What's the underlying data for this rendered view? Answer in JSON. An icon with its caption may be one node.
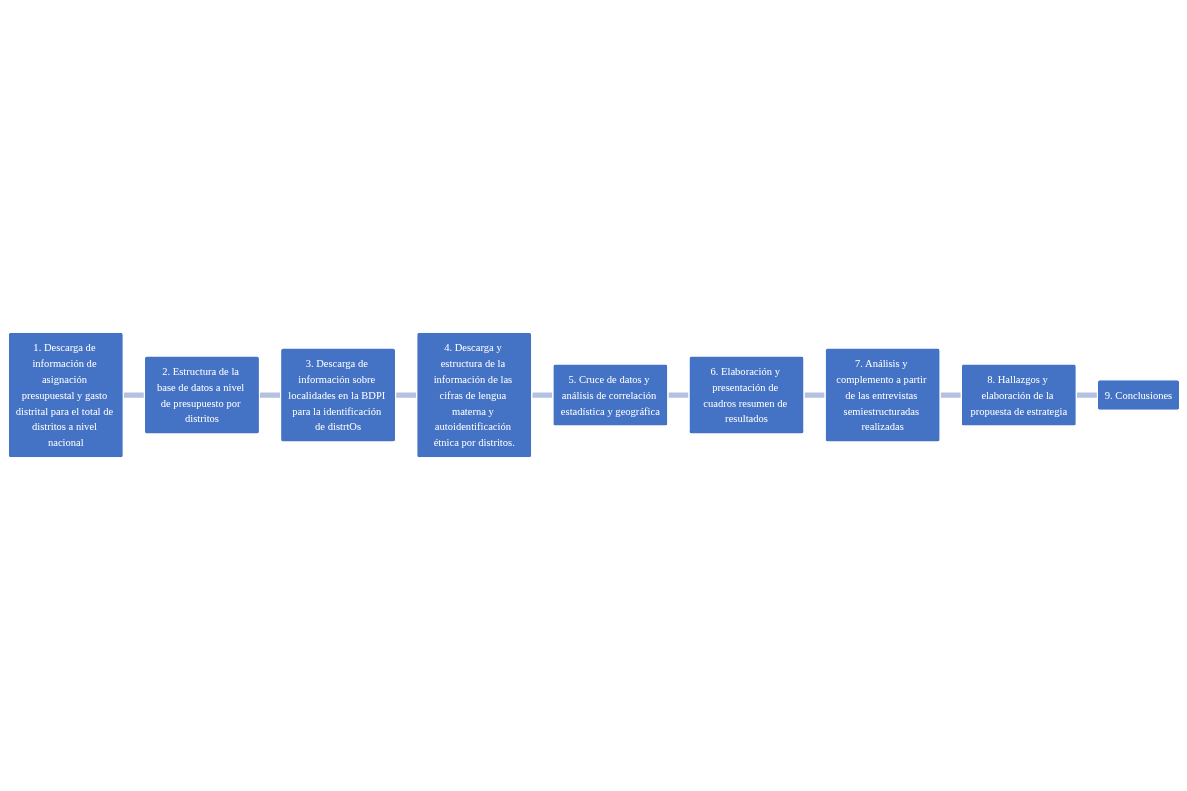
{
  "diagram": {
    "nodes": [
      {
        "text": [
          "1. Descarga de información de asignación presupuestal y gasto distrital para el total de distritos a nivel nacional"
        ]
      },
      {
        "text": [
          "2. Estructura de la base de datos a nivel de presupuesto por distritos"
        ]
      },
      {
        "text": [
          "3. Descarga de información sobre localidades en la BDPI para la identificación de distrtOs"
        ]
      },
      {
        "text": [
          "4. Descarga y estructura de la información de las cifras de lengua materna y autoidentificación étnica por distritos."
        ]
      },
      {
        "text": [
          "5. Cruce de datos y análisis de correlación estadística y geográfica"
        ]
      },
      {
        "text": [
          "6. Elaboración y presentación de cuadros resumen de resultados"
        ]
      },
      {
        "text": [
          "7. Análisis y complemento a partir de las entrevistas semiestructuradas realizadas"
        ]
      },
      {
        "text": [
          "8. Hallazgos y elaboración de la propuesta de estrategia"
        ]
      },
      {
        "text": [
          "9. Conclusiones"
        ]
      }
    ],
    "edges": [
      {
        "from": 0,
        "to": 1,
        "arrow": "none"
      },
      {
        "from": 1,
        "to": 2,
        "arrow": "none"
      },
      {
        "from": 2,
        "to": 3,
        "arrow": "none"
      },
      {
        "from": 3,
        "to": 4,
        "arrow": "none"
      },
      {
        "from": 4,
        "to": 5,
        "arrow": "none"
      },
      {
        "from": 5,
        "to": 6,
        "arrow": "none"
      },
      {
        "from": 6,
        "to": 7,
        "arrow": "none"
      },
      {
        "from": 7,
        "to": 8,
        "arrow": "none"
      }
    ]
  }
}
